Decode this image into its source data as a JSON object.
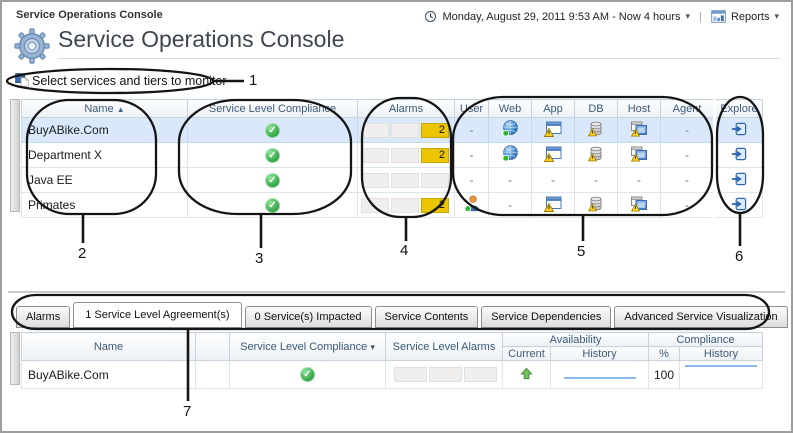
{
  "page": {
    "breadcrumb": "Service Operations Console",
    "title": "Service Operations Console",
    "time_range": "Monday, August 29, 2011 9:53 AM - Now 4 hours",
    "reports": "Reports",
    "monitor_label": "Select services and tiers to monitor"
  },
  "services_table": {
    "headers": {
      "name": "Name",
      "compliance": "Service Level Compliance",
      "alarms": "Alarms",
      "user": "User",
      "web": "Web",
      "app": "App",
      "db": "DB",
      "host": "Host",
      "agent": "Agent",
      "explore": "Explore"
    },
    "rows": [
      {
        "name": "BuyABike.Com",
        "alarm_count": "2",
        "user": "-",
        "agent": "-"
      },
      {
        "name": "Department X",
        "alarm_count": "2",
        "user": "-",
        "agent": "-"
      },
      {
        "name": "Java EE",
        "user": "-",
        "web": "-",
        "app": "-",
        "db": "-",
        "host": "-",
        "agent": "-"
      },
      {
        "name": "Primates",
        "alarm_count": "2",
        "web": "-",
        "agent": "-"
      }
    ]
  },
  "tabs": [
    {
      "label": "Alarms"
    },
    {
      "label": "1 Service Level Agreement(s)",
      "selected": true
    },
    {
      "label": "0 Service(s) Impacted"
    },
    {
      "label": "Service Contents"
    },
    {
      "label": "Service Dependencies"
    },
    {
      "label": "Advanced Service Visualization"
    }
  ],
  "sla_table": {
    "headers": {
      "name": "Name",
      "compliance": "Service Level Compliance",
      "alarms": "Service Level Alarms",
      "availability": "Availability",
      "current": "Current",
      "history": "History",
      "percent": "%",
      "compliance_group": "Compliance",
      "comp_history": "History"
    },
    "rows": [
      {
        "name": "BuyABike.Com",
        "percent": "100"
      }
    ]
  },
  "callouts": [
    "1",
    "2",
    "3",
    "4",
    "5",
    "6",
    "7"
  ],
  "icons": {
    "check": "✓",
    "sort_asc": "▲",
    "dropdown": "▾",
    "pipe": "|"
  }
}
